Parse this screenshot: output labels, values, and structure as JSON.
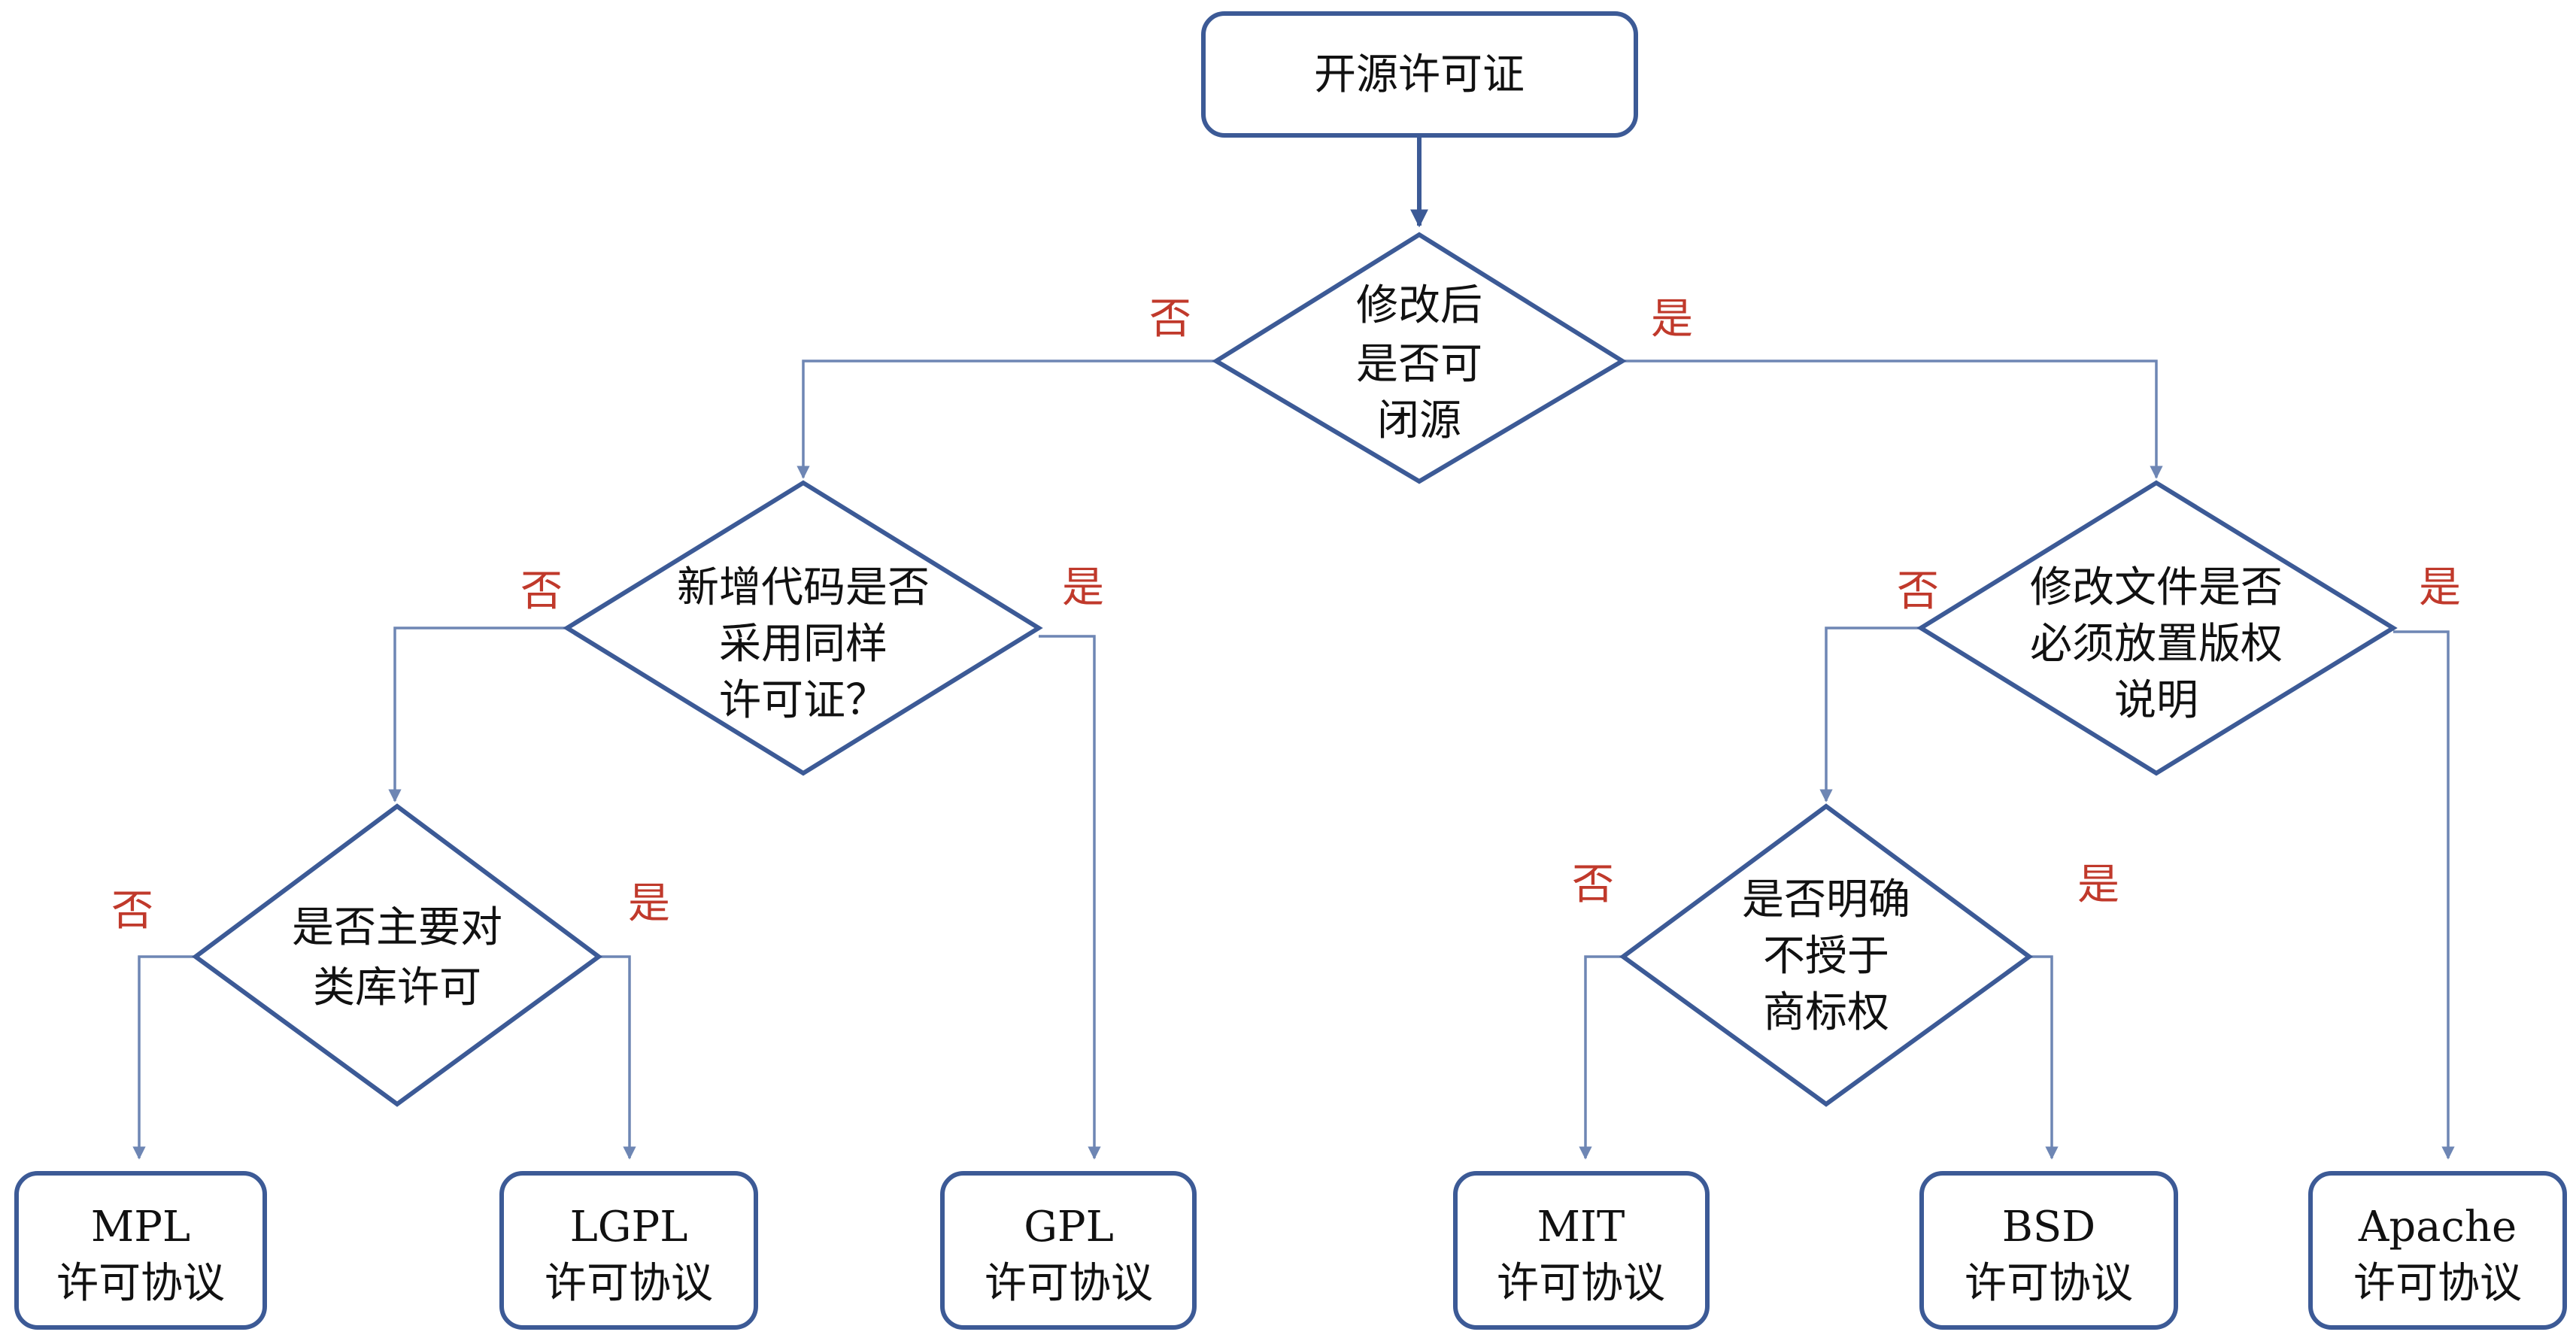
{
  "colors": {
    "border": "#3c5a96",
    "edge": "#6e86b4",
    "label": "#c0392b",
    "text": "#111111"
  },
  "nodes": {
    "root": [
      "开源许可证"
    ],
    "q_closed_source": [
      "修改后",
      "是否可",
      "闭源"
    ],
    "q_new_code_same_license": [
      "新增代码是否",
      "采用同样",
      "许可证？"
    ],
    "q_file_copyright": [
      "修改文件是否",
      "必须放置版权",
      "说明"
    ],
    "q_library_license": [
      "是否主要对",
      "类库许可"
    ],
    "q_trademark": [
      "是否明确",
      "不授于",
      "商标权"
    ],
    "mpl": [
      "MPL",
      "许可协议"
    ],
    "lgpl": [
      "LGPL",
      "许可协议"
    ],
    "gpl": [
      "GPL",
      "许可协议"
    ],
    "mit": [
      "MIT",
      "许可协议"
    ],
    "bsd": [
      "BSD",
      "许可协议"
    ],
    "apache": [
      "Apache",
      "许可协议"
    ]
  },
  "edge_labels": {
    "closed_no": "否",
    "closed_yes": "是",
    "newcode_no": "否",
    "newcode_yes": "是",
    "file_no": "否",
    "file_yes": "是",
    "lib_no": "否",
    "lib_yes": "是",
    "tm_no": "否",
    "tm_yes": "是"
  }
}
